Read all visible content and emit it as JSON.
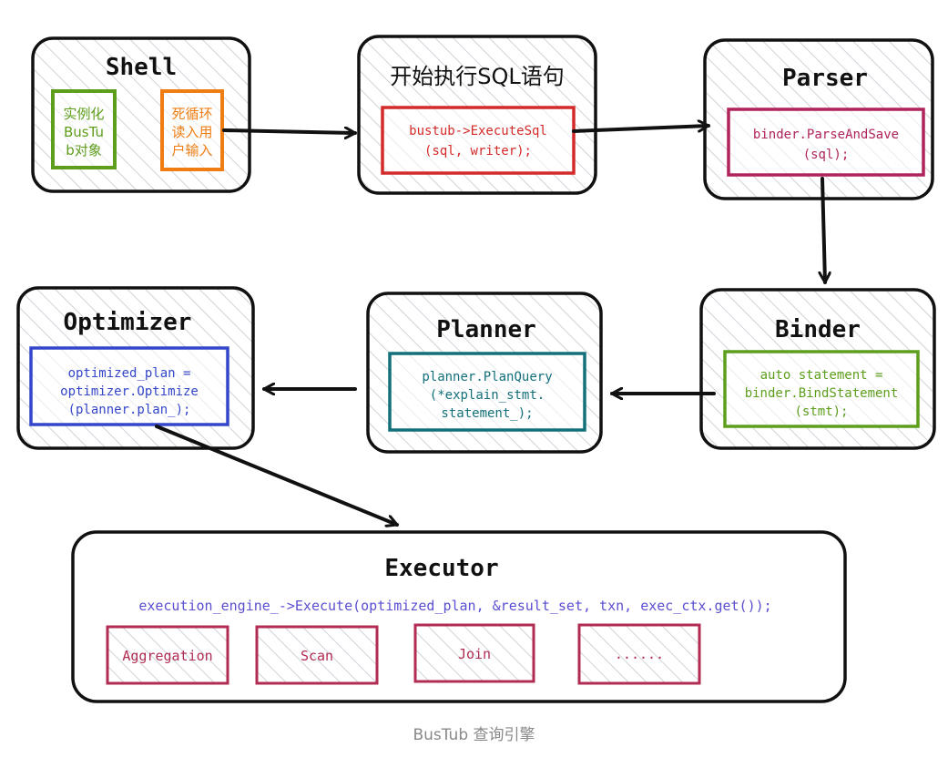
{
  "nodes": {
    "shell": {
      "title": "Shell",
      "left_box": [
        "实例化",
        "BusTu",
        "b对象"
      ],
      "right_box": [
        "死循环",
        "读入用",
        "户输入"
      ]
    },
    "execute": {
      "title": "开始执行SQL语句",
      "code": [
        "bustub->ExecuteSql",
        "(sql, writer);"
      ]
    },
    "parser": {
      "title": "Parser",
      "code": [
        "binder.ParseAndSave",
        "(sql);"
      ]
    },
    "binder": {
      "title": "Binder",
      "code": [
        "auto statement =",
        "binder.BindStatement",
        "(stmt);"
      ]
    },
    "planner": {
      "title": "Planner",
      "code": [
        "planner.PlanQuery",
        "(*explain_stmt.",
        "statement_);"
      ]
    },
    "optimizer": {
      "title": "Optimizer",
      "code": [
        "optimized_plan =",
        "optimizer.Optimize",
        "(planner.plan_);"
      ]
    },
    "executor": {
      "title": "Executor",
      "code": "execution_engine_->Execute(optimized_plan, &result_set, txn, exec_ctx.get());",
      "operators": [
        "Aggregation",
        "Scan",
        "Join",
        "......"
      ]
    }
  },
  "caption": "BusTub 查询引擎",
  "colors": {
    "border": "#111111",
    "hatch": "#c4c8cf",
    "green": "#5e9e1d",
    "orange": "#ef7d12",
    "red": "#d42a2a",
    "magenta": "#b0245c",
    "teal": "#13707a",
    "blue": "#3446c9",
    "purple": "#5a4fd0",
    "operator": "#b02c52"
  }
}
